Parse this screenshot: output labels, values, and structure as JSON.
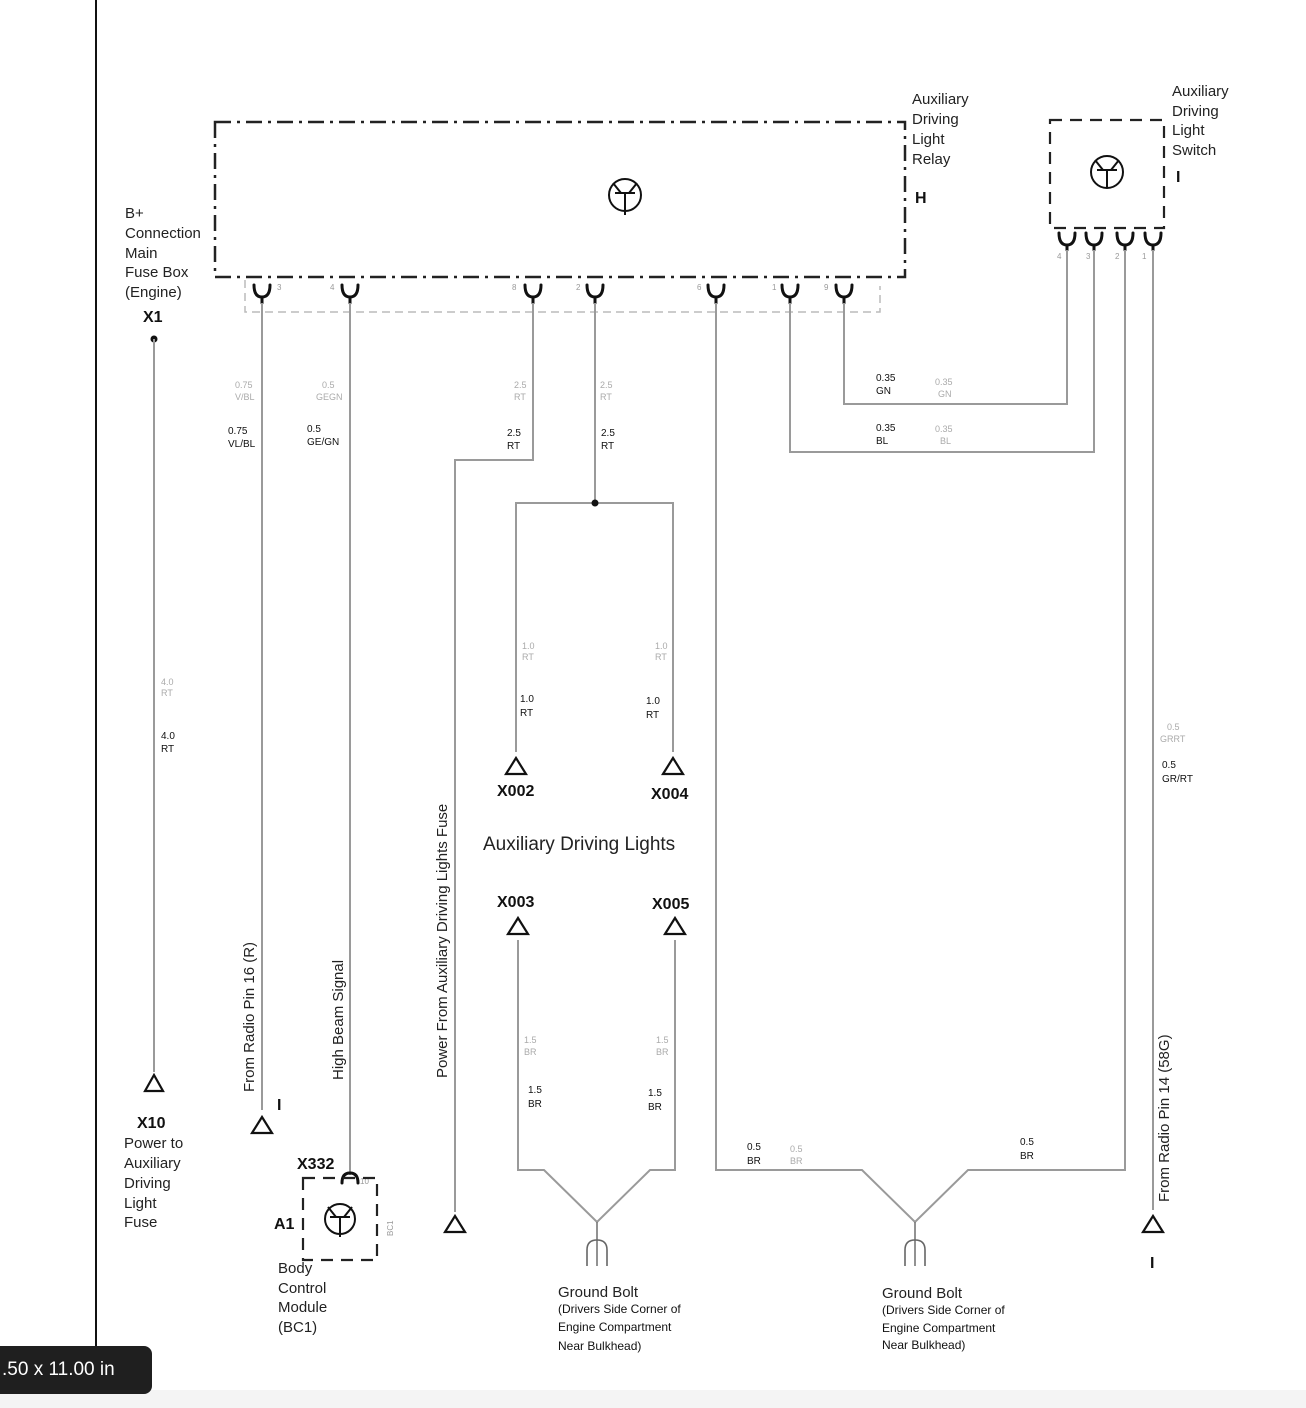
{
  "viewer": {
    "page_size_label": ".50 x 11.00 in"
  },
  "components": {
    "relay": {
      "lines": [
        "Auxiliary",
        "Driving",
        "Light",
        "Relay"
      ],
      "letter": "H",
      "pins": [
        "3",
        "4",
        "8",
        "2",
        "6",
        "1",
        "9"
      ]
    },
    "switch": {
      "lines": [
        "Auxiliary",
        "Driving",
        "Light",
        "Switch"
      ],
      "letter": "I",
      "pins": [
        "4",
        "3",
        "2",
        "1"
      ]
    },
    "fusebox": {
      "lines": [
        "B+",
        "Connection",
        "Main",
        "Fuse Box",
        "(Engine)"
      ],
      "id": "X1"
    },
    "bcm": {
      "id": "X332",
      "pin": "10",
      "ref": "A1",
      "side": "BC1",
      "lines": [
        "Body",
        "Control",
        "Module",
        "(BC1)"
      ]
    },
    "x10": {
      "id": "X10",
      "lines": [
        "Power to",
        "Auxiliary",
        "Driving",
        "Light",
        "Fuse"
      ]
    },
    "lights": {
      "title": "Auxiliary Driving Lights",
      "x002": "X002",
      "x004": "X004",
      "x003": "X003",
      "x005": "X005"
    },
    "ground1": {
      "lines": [
        "Ground Bolt",
        "(Drivers Side Corner of",
        "Engine Compartment",
        "Near Bulkhead)"
      ]
    },
    "ground2": {
      "lines": [
        "Ground Bolt",
        "(Drivers Side Corner of",
        "Engine Compartment",
        "Near Bulkhead)"
      ]
    }
  },
  "signals": {
    "radio16": "From Radio Pin 16 (R)",
    "radio16_marker": "I",
    "high_beam": "High Beam Signal",
    "power_fuse": "Power From Auxiliary Driving Lights Fuse",
    "radio14": "From Radio Pin 14 (58G)",
    "radio14_marker": "I"
  },
  "wires": {
    "w_x1": {
      "gray": [
        "4.0",
        "RT"
      ],
      "black": [
        "4.0",
        "RT"
      ]
    },
    "w_p3": {
      "gray": [
        "0.75",
        "V/BL"
      ],
      "black": [
        "0.75",
        "VL/BL"
      ]
    },
    "w_p4": {
      "gray": [
        "0.5",
        "GEGN"
      ],
      "black": [
        "0.5",
        "GE/GN"
      ]
    },
    "w_p8": {
      "gray": [
        "2.5",
        "RT"
      ],
      "black": [
        "2.5",
        "RT"
      ]
    },
    "w_p2": {
      "gray": [
        "2.5",
        "RT"
      ],
      "black": [
        "2.5",
        "RT"
      ]
    },
    "w_p9": {
      "black": [
        "0.35",
        "GN"
      ],
      "gray": [
        "0.35",
        "GN"
      ]
    },
    "w_p1": {
      "black": [
        "0.35",
        "BL"
      ],
      "gray": [
        "0.35",
        "BL"
      ]
    },
    "w_x002": {
      "gray": [
        "1.0",
        "RT"
      ],
      "black": [
        "1.0",
        "RT"
      ]
    },
    "w_x004": {
      "gray": [
        "1.0",
        "RT"
      ],
      "black": [
        "1.0",
        "RT"
      ]
    },
    "w_sw1": {
      "gray": [
        "0.5",
        "GRRT"
      ],
      "black": [
        "0.5",
        "GR/RT"
      ]
    },
    "w_x003": {
      "gray": [
        "1.5",
        "BR"
      ],
      "black": [
        "1.5",
        "BR"
      ]
    },
    "w_x005": {
      "gray": [
        "1.5",
        "BR"
      ],
      "black": [
        "1.5",
        "BR"
      ]
    },
    "w_p6": {
      "black": [
        "0.5",
        "BR"
      ],
      "gray": [
        "0.5",
        "BR"
      ]
    },
    "w_sw2": {
      "black": [
        "0.5",
        "BR"
      ]
    }
  }
}
